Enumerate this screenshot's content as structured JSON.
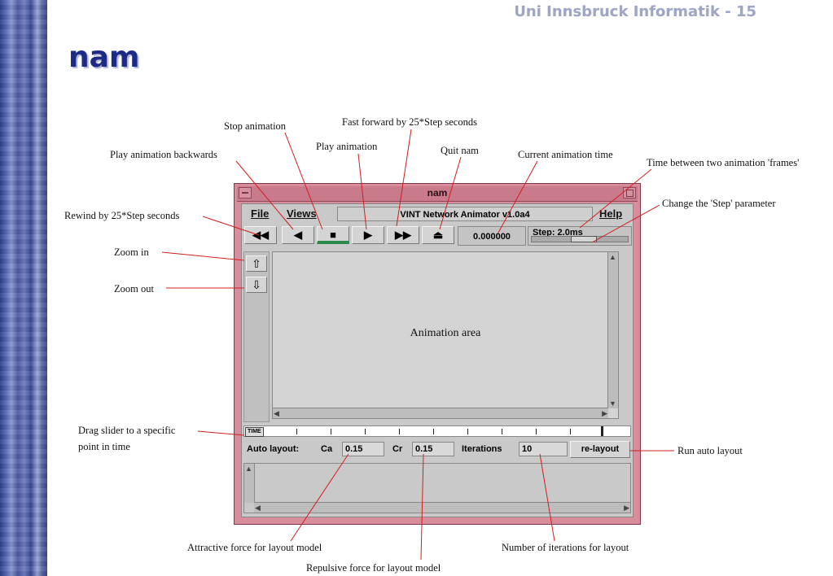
{
  "slide": {
    "header": "Uni Innsbruck Informatik - 15",
    "title": "nam"
  },
  "window": {
    "title": "nam",
    "menu": {
      "file": "File",
      "views": "Views",
      "help": "Help"
    },
    "app_name": "VINT Network Animator v1.0a4",
    "toolbar": {
      "rewind": "◀◀",
      "backward": "◀",
      "stop": "■",
      "play": "▶",
      "fast_forward": "▶▶",
      "quit": "⏏"
    },
    "time": "0.000000",
    "step_label": "Step: 2.0ms",
    "zoom_in": "⇧",
    "zoom_out": "⇩",
    "animation_area": "Animation area",
    "timeline_label": "TIME",
    "layout": {
      "auto_layout": "Auto layout:",
      "ca_label": "Ca",
      "ca_value": "0.15",
      "cr_label": "Cr",
      "cr_value": "0.15",
      "iter_label": "Iterations",
      "iter_value": "10",
      "relayout": "re-layout"
    }
  },
  "annotations": {
    "stop": "Stop animation",
    "fast_forward": "Fast forward by 25*Step seconds",
    "play": "Play animation",
    "quit": "Quit nam",
    "current_time": "Current animation time",
    "backwards": "Play animation backwards",
    "frames": "Time between two animation 'frames'",
    "rewind": "Rewind by 25*Step seconds",
    "step": "Change the 'Step' parameter",
    "zoom_in": "Zoom in",
    "zoom_out": "Zoom out",
    "drag1": "Drag slider to a specific",
    "drag2": "point in time",
    "run_layout": "Run auto layout",
    "attractive": "Attractive force for layout model",
    "iterations": "Number of iterations for layout",
    "repulsive": "Repulsive force for layout model"
  }
}
